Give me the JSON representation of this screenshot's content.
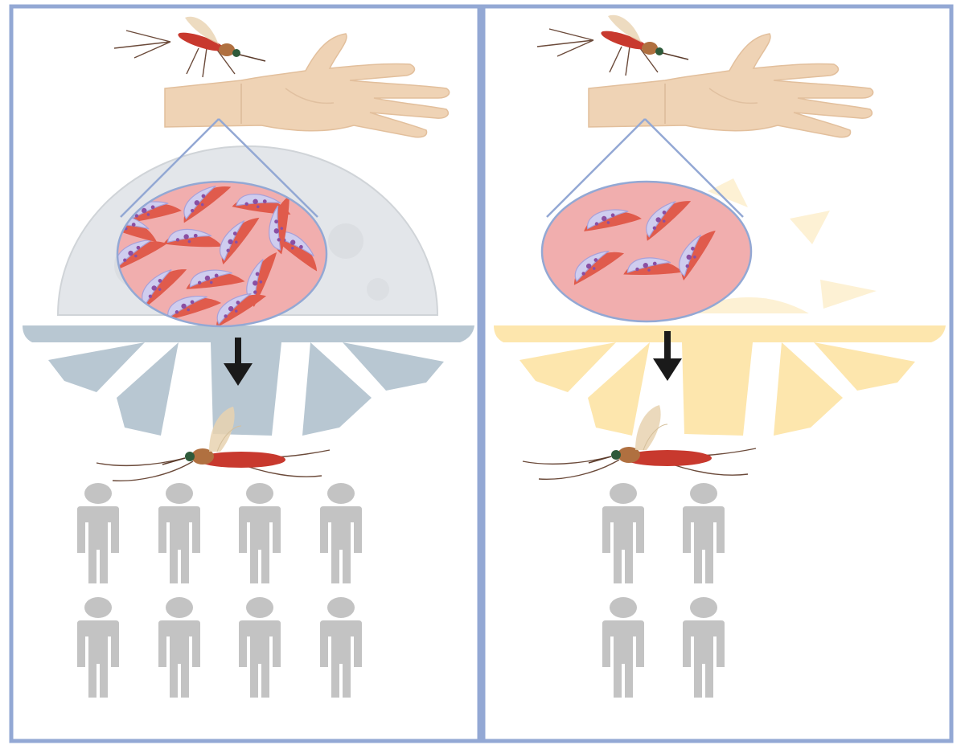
{
  "figure": {
    "panels": [
      {
        "id": "night",
        "background_symbol": "moon",
        "background_color": "#b8c7d2",
        "parasites_in_zoom": 18,
        "people_count": 8,
        "arrow": "down"
      },
      {
        "id": "day",
        "background_symbol": "sun",
        "background_color": "#fde6ad",
        "parasites_in_zoom": 6,
        "people_count": 4,
        "arrow": "down"
      }
    ],
    "colors": {
      "frame": "#93a8d4",
      "skin": "#efd3b5",
      "blood": "#f1aeae",
      "red_cell": "#e05b4c",
      "parasite": "#cfcdef",
      "parasite_dot": "#8a4fa3",
      "person": "#c3c3c3",
      "mosquito_body": "#c8392e"
    },
    "icons": [
      "mosquito-icon",
      "hand-icon",
      "moon-icon",
      "sun-icon",
      "person-icon",
      "arrow-down-icon"
    ]
  }
}
